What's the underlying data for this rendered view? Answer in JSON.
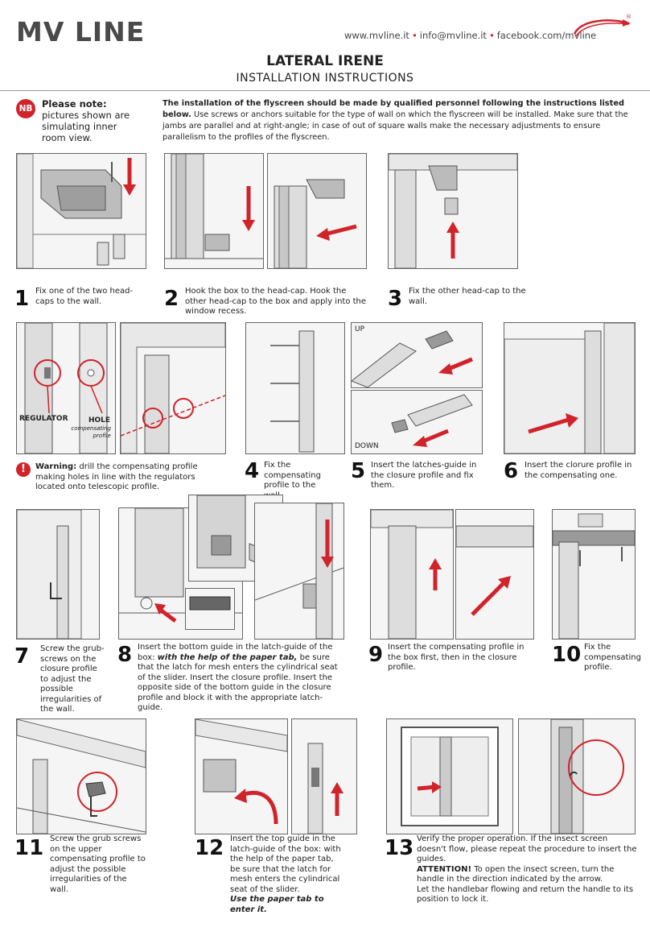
{
  "header": {
    "brand": "MV LINE",
    "contact_web": "www.mvline.it",
    "contact_email": "info@mvline.it",
    "contact_social": "facebook.com/mvline",
    "registered_mark": "®"
  },
  "title": "LATERAL IRENE",
  "subtitle": "INSTALLATION INSTRUCTIONS",
  "note": {
    "badge": "NB",
    "bold": "Please note:",
    "text": " pictures shown are simulating inner room view."
  },
  "intro": {
    "bold": "The installation of the flyscreen should be made by qualified personnel following the instructions listed below.",
    "text": " Use screws or anchors suitable for the type of wall on which the flyscreen will be installed. Make sure that the jambs are parallel and at right-angle; in case of out of square walls make the necessary adjustments to ensure parallelism to the profiles of the flyscreen."
  },
  "warning": {
    "icon": "!",
    "bold": "Warning:",
    "text": " drill the compensating profile making holes in line with the regulators located onto telescopic profile."
  },
  "labels": {
    "regulator": "REGULATOR",
    "hole": "HOLE",
    "compensating": "compensating profile",
    "up": "UP",
    "down": "DOWN"
  },
  "steps": [
    {
      "num": "1",
      "text": "Fix one of the two head-caps to the wall."
    },
    {
      "num": "2",
      "text": "Hook the box to the head-cap. Hook the other head-cap to the box and apply into the window recess."
    },
    {
      "num": "3",
      "text": "Fix the other head-cap to the wall."
    },
    {
      "num": "4",
      "text": "Fix the compensating profile to the wall"
    },
    {
      "num": "5",
      "text": "Insert the latches-guide in the closure profile and fix them."
    },
    {
      "num": "6",
      "text": "Insert the clorure profile in the compensating one."
    },
    {
      "num": "7",
      "text": "Screw the grub-screws on the closure profile to adjust the possible irregularities of the wall."
    },
    {
      "num": "8",
      "text_a": "Insert the bottom guide in the latch-guide of the box: ",
      "text_b": "with the help of the paper tab,",
      "text_c": " be sure that the latch for mesh enters the cylindrical seat of the slider. Insert the closure profile. Insert the opposite side of the bottom guide in the closure profile and block it with the appropriate latch-guide."
    },
    {
      "num": "9",
      "text": "Insert the compensating profile in the box first, then in the closure profile."
    },
    {
      "num": "10",
      "text": "Fix the compensating profile."
    },
    {
      "num": "11",
      "text": "Screw the grub screws on the upper compensating profile to adjust the possible irregularities of the wall."
    },
    {
      "num": "12",
      "text": "Insert the top guide in the latch-guide of the box: with the help of the paper tab, be sure that the latch for mesh enters the cylindrical seat of the slider.",
      "text_i": "Use the paper tab to enter it."
    },
    {
      "num": "13",
      "text": "Verify the proper operation. If the insect screen doesn't flow, please repeat the procedure to insert the guides.",
      "attn": "ATTENTION!",
      "text2": " To open the insect screen, turn the handle in the direction indicated by the arrow.",
      "text3": "Let the handlebar flowing and return the handle to its position to lock it."
    }
  ],
  "colors": {
    "accent": "#d0232a",
    "line": "#666666"
  }
}
